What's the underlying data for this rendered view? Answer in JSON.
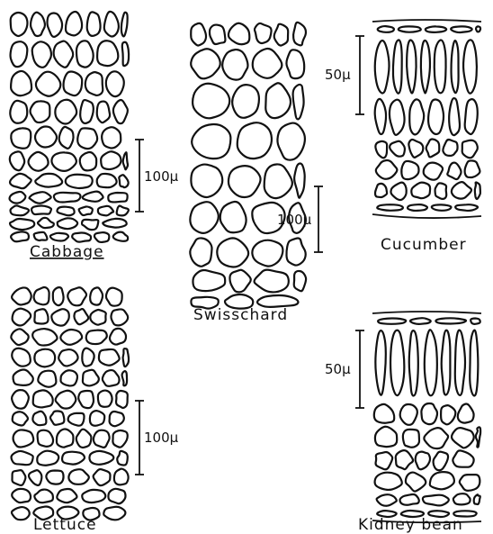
{
  "panels": [
    {
      "id": "cabbage",
      "name": "Cabbage",
      "scale": "100μ"
    },
    {
      "id": "swisschard",
      "name": "Swisschard",
      "scale": "100μ"
    },
    {
      "id": "cucumber",
      "name": "Cucumber",
      "scale": "50μ"
    },
    {
      "id": "lettuce",
      "name": "Lettuce",
      "scale": "100μ"
    },
    {
      "id": "kidney-bean",
      "name": "Kidney bean",
      "scale": "50μ"
    }
  ]
}
